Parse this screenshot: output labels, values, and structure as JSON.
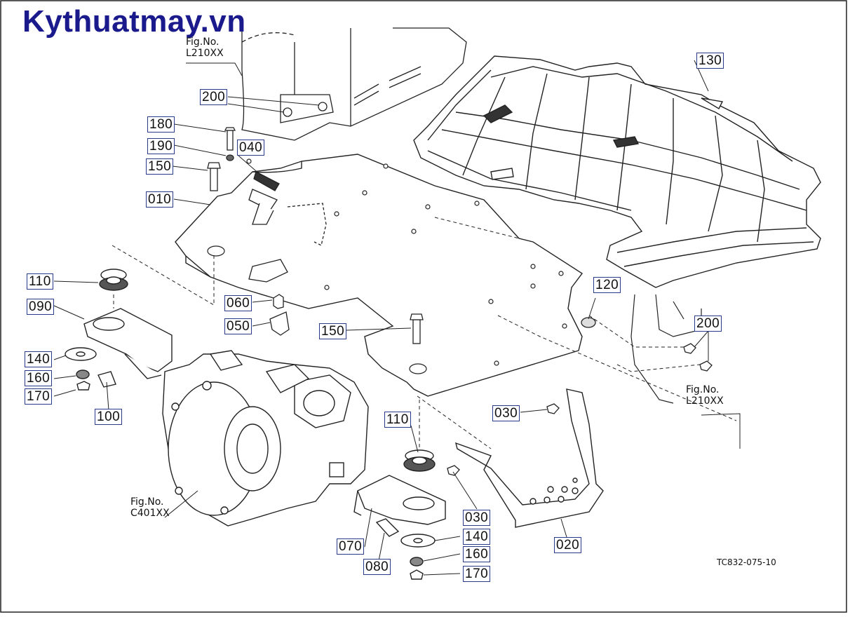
{
  "watermark": "Kythuatmay.vn",
  "drawing_code": "TC832-075-10",
  "fig_refs": [
    {
      "id": "fig-l210-top",
      "title": "Fig.No.",
      "code": "L210XX"
    },
    {
      "id": "fig-l210-right",
      "title": "Fig.No.",
      "code": "L210XX"
    },
    {
      "id": "fig-c401",
      "title": "Fig.No.",
      "code": "C401XX"
    }
  ],
  "callouts": {
    "c130": "130",
    "c200a": "200",
    "c180": "180",
    "c190": "190",
    "c040": "040",
    "c150a": "150",
    "c010": "010",
    "c110a": "110",
    "c090": "090",
    "c060": "060",
    "c050": "050",
    "c150b": "150",
    "c120": "120",
    "c200b": "200",
    "c140a": "140",
    "c160a": "160",
    "c170a": "170",
    "c100": "100",
    "c030a": "030",
    "c110b": "110",
    "c030b": "030",
    "c020": "020",
    "c140b": "140",
    "c070": "070",
    "c160b": "160",
    "c080": "080",
    "c170b": "170"
  }
}
